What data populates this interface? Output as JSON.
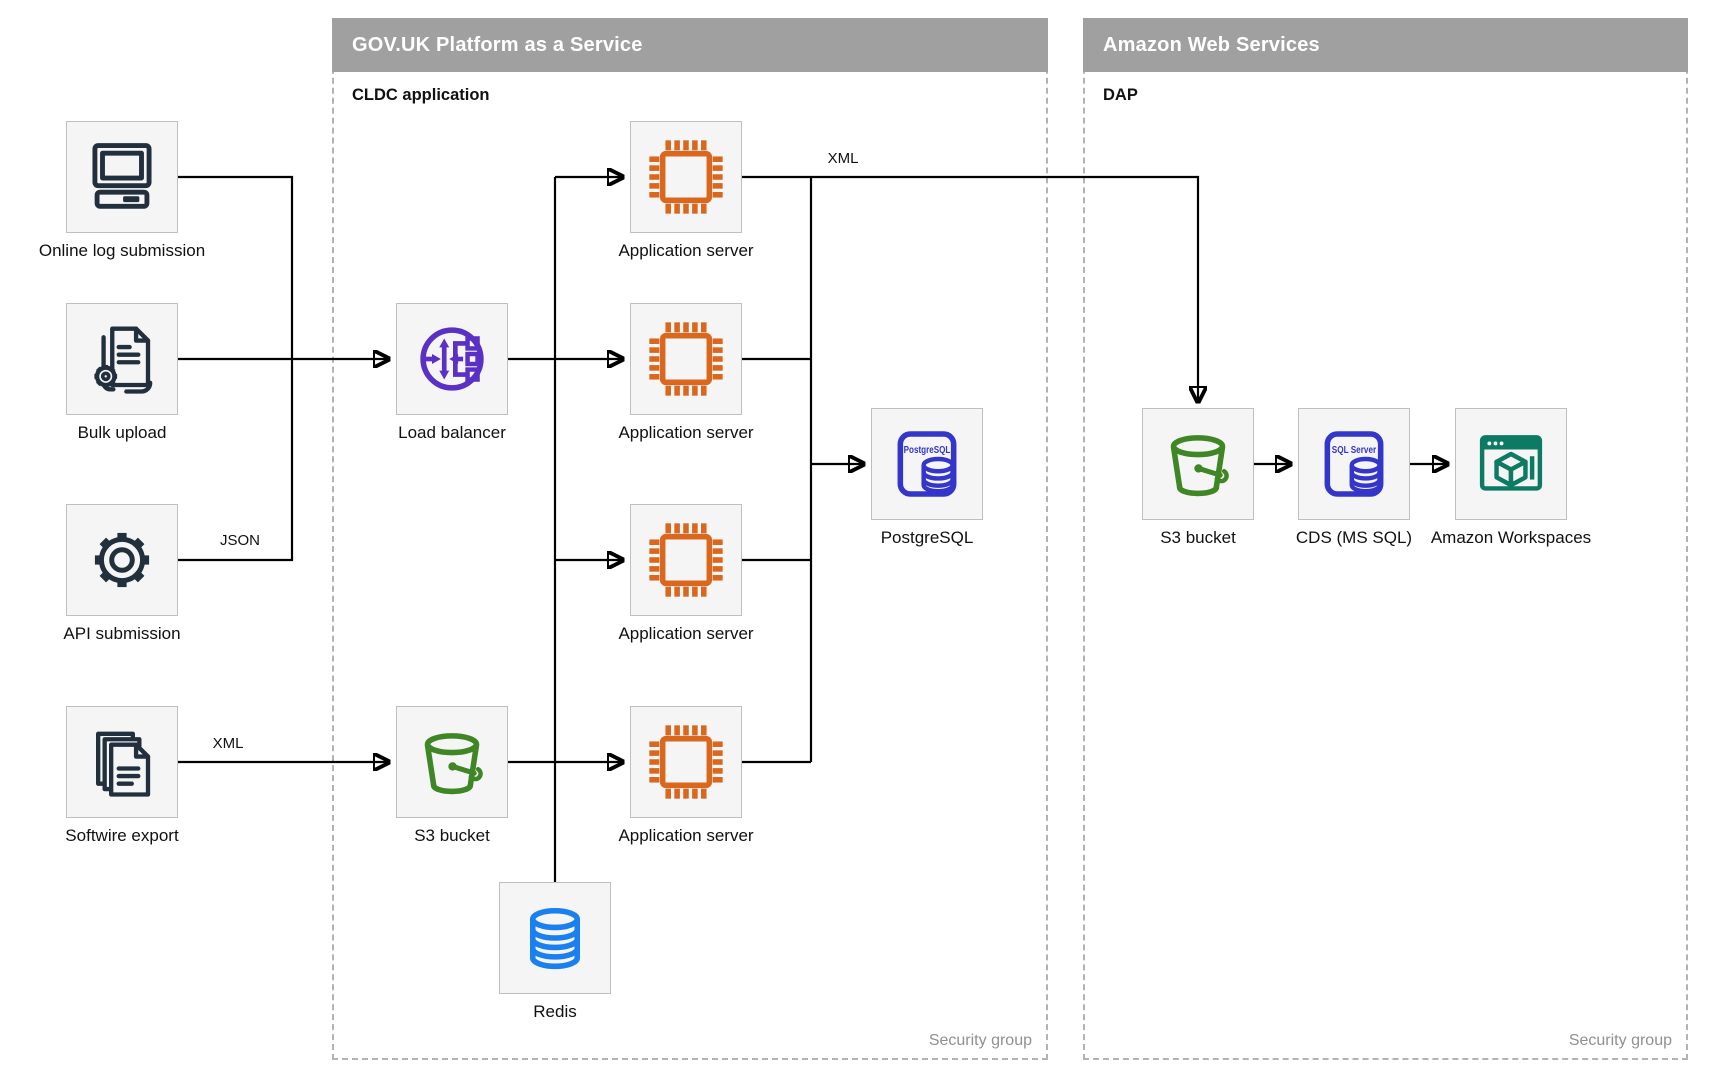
{
  "govuk": {
    "title": "GOV.UK Platform as a Service",
    "sublabel": "CLDC application",
    "security_group": "Security group"
  },
  "aws": {
    "title": "Amazon Web Services",
    "sublabel": "DAP",
    "security_group": "Security group"
  },
  "sources": {
    "online_log": {
      "label": "Online log submission"
    },
    "bulk_upload": {
      "label": "Bulk upload"
    },
    "api_submission": {
      "label": "API submission"
    },
    "softwire_export": {
      "label": "Softwire export"
    }
  },
  "paas_nodes": {
    "load_balancer": {
      "label": "Load balancer"
    },
    "app_server_1": {
      "label": "Application server"
    },
    "app_server_2": {
      "label": "Application server"
    },
    "app_server_3": {
      "label": "Application server"
    },
    "app_server_4": {
      "label": "Application server"
    },
    "postgresql": {
      "label": "PostgreSQL",
      "icon_text": "PostgreSQL"
    },
    "s3_bucket": {
      "label": "S3 bucket"
    },
    "redis": {
      "label": "Redis"
    }
  },
  "aws_nodes": {
    "s3_bucket": {
      "label": "S3 bucket"
    },
    "cds": {
      "label": "CDS (MS SQL)",
      "icon_text": "SQL Server"
    },
    "workspaces": {
      "label": "Amazon Workspaces"
    }
  },
  "edge_labels": {
    "json": "JSON",
    "xml_top": "XML",
    "xml_softwire": "XML"
  },
  "colors": {
    "header_bg": "#a0a0a0",
    "source_icon_navy": "#222f3d",
    "app_server_orange": "#d9671e",
    "load_balancer_purple": "#5a31c4",
    "database_indigo": "#3436c9",
    "bucket_green": "#3f8624",
    "redis_blue": "#1a80f0",
    "workspaces_teal": "#0d7a63",
    "security_text_gray": "#919191"
  }
}
